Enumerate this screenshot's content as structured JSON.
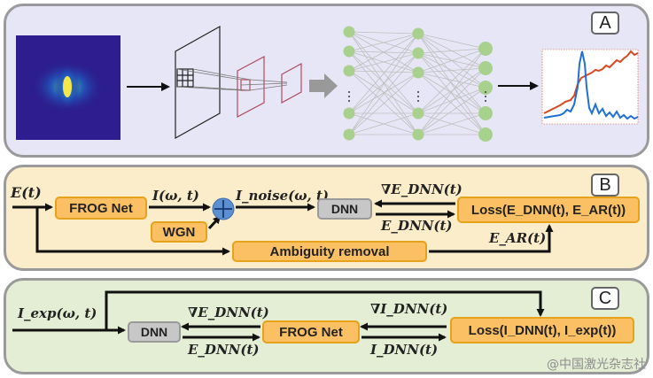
{
  "panels": {
    "a": {
      "label": "A"
    },
    "b": {
      "label": "B"
    },
    "c": {
      "label": "C"
    }
  },
  "panel_b": {
    "input_label": "E(t)",
    "frog_net": "FROG Net",
    "intensity_label": "I(ω, t)",
    "noise_label": "I_noise(ω, t)",
    "wgn": "WGN",
    "dnn": "DNN",
    "grad_label": "∇E_DNN(t)",
    "output_label": "E_DNN(t)",
    "loss": "Loss(E_DNN(t), E_AR(t))",
    "ambiguity": "Ambiguity removal",
    "ar_label": "E_AR(t)"
  },
  "panel_c": {
    "input_label": "I_exp(ω, t)",
    "dnn": "DNN",
    "grad_e_label": "∇E_DNN(t)",
    "e_label": "E_DNN(t)",
    "frog_net": "FROG Net",
    "grad_i_label": "∇I_DNN(t)",
    "i_label": "I_DNN(t)",
    "loss": "Loss(I_DNN(t), I_exp(t))"
  },
  "colors": {
    "orange_box": "#fbc063",
    "gray_box": "#c7c7c7",
    "neuron": "#a9d18e",
    "plus_circle": "#5b8fd0",
    "trace_red": "#d8491f",
    "trace_blue": "#1f6fd8"
  },
  "watermark": "@中国激光杂志社"
}
